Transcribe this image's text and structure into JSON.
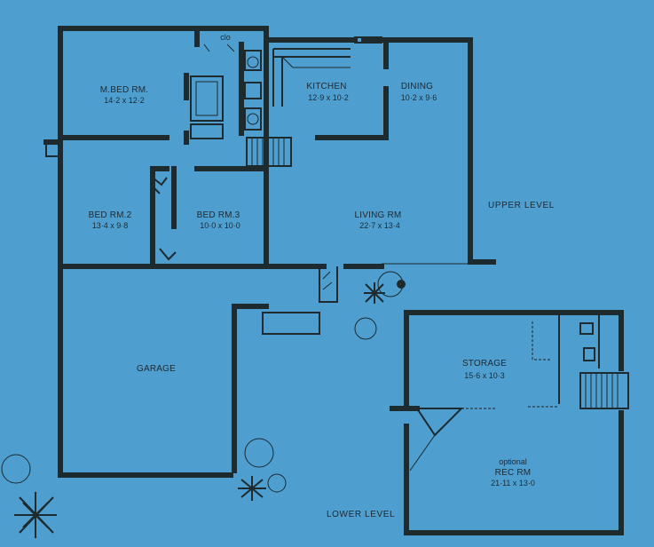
{
  "rooms": {
    "master_bedroom": {
      "name": "M.BED RM.",
      "size": "14·2 x 12·2"
    },
    "closet": {
      "name": "clo"
    },
    "kitchen": {
      "name": "KITCHEN",
      "size": "12·9 x 10·2"
    },
    "dining": {
      "name": "DINING",
      "size": "10·2 x 9·6"
    },
    "bedroom_2": {
      "name": "BED RM.2",
      "size": "13·4 x 9·8"
    },
    "bedroom_3": {
      "name": "BED RM.3",
      "size": "10·0 x 10·0"
    },
    "living": {
      "name": "LIVING RM",
      "size": "22·7 x 13·4"
    },
    "garage": {
      "name": "GARAGE"
    },
    "storage": {
      "name": "STORAGE",
      "size": "15·6 x 10·3"
    },
    "rec_room": {
      "name_line1": "optional",
      "name_line2": "REC RM",
      "size": "21·11 x 13·0"
    }
  },
  "levels": {
    "upper": "UPPER LEVEL",
    "lower": "LOWER LEVEL"
  },
  "colors": {
    "paper": "#4f9ed0",
    "ink": "#1d2a2e"
  }
}
